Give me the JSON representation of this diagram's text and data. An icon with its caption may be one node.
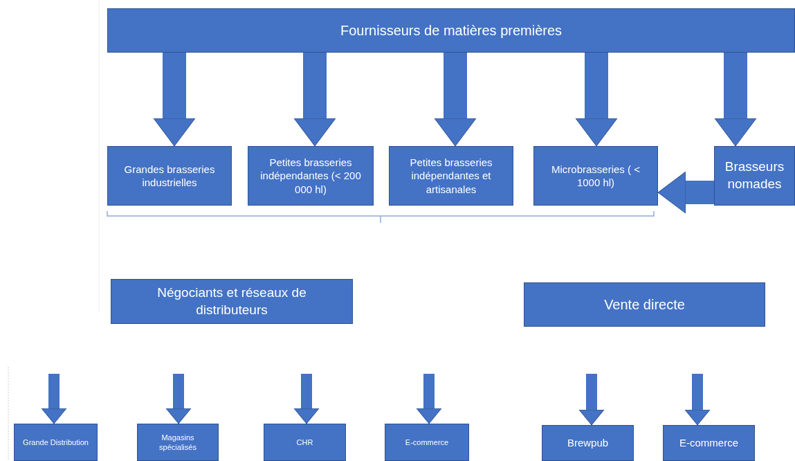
{
  "diagram": {
    "nodes": [
      {
        "text": [
          "Fournisseurs de matières premières"
        ]
      },
      {
        "text": [
          "Grandes brasseries industrielles"
        ]
      },
      {
        "text": [
          "Petites brasseries indépendantes (< 200 000 hl)"
        ]
      },
      {
        "text": [
          "Petites brasseries indépendantes et artisanales"
        ]
      },
      {
        "text": [
          "Microbrasseries ( < 1000 hl)"
        ]
      },
      {
        "text": [
          "Brasseurs nomades"
        ]
      },
      {
        "text": [
          "Négociants et réseaux de distributeurs"
        ]
      },
      {
        "text": [
          "Vente directe"
        ]
      },
      {
        "text": [
          "Grande Distribution"
        ]
      },
      {
        "text": [
          "Magasins spécialisés"
        ]
      },
      {
        "text": [
          "CHR"
        ]
      },
      {
        "text": [
          "E-commerce"
        ]
      },
      {
        "text": [
          "Brewpub"
        ]
      },
      {
        "text": [
          "E-commerce"
        ]
      }
    ],
    "edges": [
      {
        "from": 0,
        "to": 1,
        "arrow": "to",
        "style": "thick"
      },
      {
        "from": 0,
        "to": 2,
        "arrow": "to",
        "style": "thick"
      },
      {
        "from": 0,
        "to": 3,
        "arrow": "to",
        "style": "thick"
      },
      {
        "from": 0,
        "to": 4,
        "arrow": "to",
        "style": "thick"
      },
      {
        "from": 0,
        "to": 5,
        "arrow": "to",
        "style": "thick"
      },
      {
        "from": 5,
        "to": 4,
        "arrow": "to",
        "style": "thick"
      },
      {
        "from": null,
        "to": 8,
        "arrow": "to"
      },
      {
        "from": null,
        "to": 9,
        "arrow": "to"
      },
      {
        "from": null,
        "to": 10,
        "arrow": "to"
      },
      {
        "from": null,
        "to": 11,
        "arrow": "to"
      },
      {
        "from": null,
        "to": 12,
        "arrow": "to"
      },
      {
        "from": null,
        "to": 13,
        "arrow": "to"
      }
    ]
  }
}
